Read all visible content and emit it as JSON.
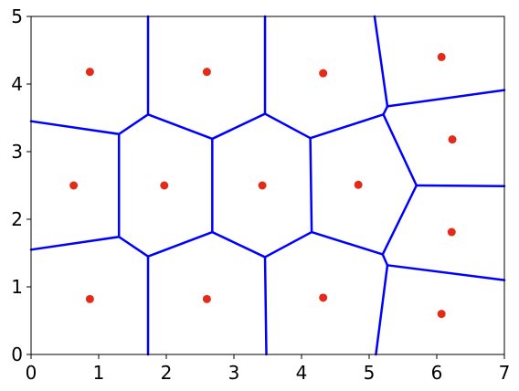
{
  "chart_data": {
    "type": "voronoi",
    "xlim": [
      0,
      7
    ],
    "ylim": [
      0,
      5
    ],
    "xticks": [
      "0",
      "1",
      "2",
      "3",
      "4",
      "5",
      "6",
      "7"
    ],
    "yticks": [
      "0",
      "1",
      "2",
      "3",
      "4",
      "5"
    ],
    "title": "",
    "xlabel": "",
    "ylabel": "",
    "grid": false,
    "edge_color": "#0000ff",
    "point_color": "#e32b1a",
    "points": [
      [
        0.87,
        4.18
      ],
      [
        2.6,
        4.18
      ],
      [
        4.32,
        4.16
      ],
      [
        6.07,
        4.4
      ],
      [
        0.63,
        2.5
      ],
      [
        1.97,
        2.5
      ],
      [
        3.42,
        2.5
      ],
      [
        4.84,
        2.51
      ],
      [
        6.23,
        3.18
      ],
      [
        6.22,
        1.81
      ],
      [
        0.87,
        0.82
      ],
      [
        2.6,
        0.82
      ],
      [
        4.32,
        0.84
      ],
      [
        6.07,
        0.6
      ]
    ],
    "edges": [
      [
        [
          1.73,
          5.0
        ],
        [
          1.73,
          3.55
        ]
      ],
      [
        [
          1.73,
          3.55
        ],
        [
          1.3,
          3.26
        ]
      ],
      [
        [
          1.3,
          3.26
        ],
        [
          0.0,
          3.45
        ]
      ],
      [
        [
          1.3,
          3.26
        ],
        [
          1.3,
          1.74
        ]
      ],
      [
        [
          1.3,
          1.74
        ],
        [
          0.0,
          1.55
        ]
      ],
      [
        [
          1.3,
          1.74
        ],
        [
          1.73,
          1.45
        ]
      ],
      [
        [
          1.73,
          1.45
        ],
        [
          1.73,
          0.0
        ]
      ],
      [
        [
          1.73,
          3.55
        ],
        [
          2.68,
          3.19
        ]
      ],
      [
        [
          2.68,
          3.19
        ],
        [
          2.68,
          1.81
        ]
      ],
      [
        [
          2.68,
          1.81
        ],
        [
          1.73,
          1.45
        ]
      ],
      [
        [
          3.46,
          5.0
        ],
        [
          3.46,
          3.56
        ]
      ],
      [
        [
          3.46,
          3.56
        ],
        [
          2.68,
          3.19
        ]
      ],
      [
        [
          2.68,
          1.81
        ],
        [
          3.46,
          1.44
        ]
      ],
      [
        [
          3.46,
          1.44
        ],
        [
          3.48,
          0.0
        ]
      ],
      [
        [
          3.46,
          3.56
        ],
        [
          4.13,
          3.2
        ]
      ],
      [
        [
          4.13,
          3.2
        ],
        [
          4.15,
          1.81
        ]
      ],
      [
        [
          4.15,
          1.81
        ],
        [
          3.46,
          1.44
        ]
      ],
      [
        [
          5.08,
          5.0
        ],
        [
          5.27,
          3.67
        ]
      ],
      [
        [
          5.27,
          3.67
        ],
        [
          5.21,
          3.55
        ]
      ],
      [
        [
          5.27,
          3.67
        ],
        [
          7.0,
          3.91
        ]
      ],
      [
        [
          5.21,
          3.55
        ],
        [
          4.13,
          3.2
        ]
      ],
      [
        [
          5.21,
          3.55
        ],
        [
          5.7,
          2.5
        ]
      ],
      [
        [
          5.7,
          2.5
        ],
        [
          7.0,
          2.49
        ]
      ],
      [
        [
          5.7,
          2.5
        ],
        [
          5.2,
          1.48
        ]
      ],
      [
        [
          5.2,
          1.48
        ],
        [
          4.15,
          1.81
        ]
      ],
      [
        [
          5.2,
          1.48
        ],
        [
          5.27,
          1.32
        ]
      ],
      [
        [
          5.27,
          1.32
        ],
        [
          7.0,
          1.1
        ]
      ],
      [
        [
          5.27,
          1.32
        ],
        [
          5.1,
          0.0
        ]
      ]
    ]
  }
}
